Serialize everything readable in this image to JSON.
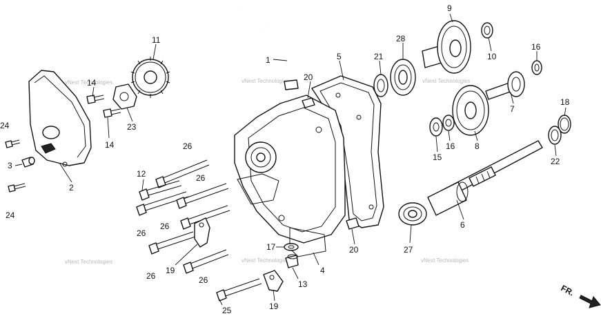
{
  "callouts": [
    {
      "id": "c1",
      "label": "1"
    },
    {
      "id": "c2",
      "label": "2"
    },
    {
      "id": "c3",
      "label": "3"
    },
    {
      "id": "c4",
      "label": "4"
    },
    {
      "id": "c5",
      "label": "5"
    },
    {
      "id": "c6",
      "label": "6"
    },
    {
      "id": "c7",
      "label": "7"
    },
    {
      "id": "c8",
      "label": "8"
    },
    {
      "id": "c9",
      "label": "9"
    },
    {
      "id": "c10",
      "label": "10"
    },
    {
      "id": "c11",
      "label": "11"
    },
    {
      "id": "c12",
      "label": "12"
    },
    {
      "id": "c13",
      "label": "13"
    },
    {
      "id": "c14a",
      "label": "14"
    },
    {
      "id": "c14b",
      "label": "14"
    },
    {
      "id": "c15",
      "label": "15"
    },
    {
      "id": "c16a",
      "label": "16"
    },
    {
      "id": "c16b",
      "label": "16"
    },
    {
      "id": "c17",
      "label": "17"
    },
    {
      "id": "c18",
      "label": "18"
    },
    {
      "id": "c19a",
      "label": "19"
    },
    {
      "id": "c19b",
      "label": "19"
    },
    {
      "id": "c20a",
      "label": "20"
    },
    {
      "id": "c20b",
      "label": "20"
    },
    {
      "id": "c21",
      "label": "21"
    },
    {
      "id": "c22",
      "label": "22"
    },
    {
      "id": "c23",
      "label": "23"
    },
    {
      "id": "c24a",
      "label": "24"
    },
    {
      "id": "c24b",
      "label": "24"
    },
    {
      "id": "c25",
      "label": "25"
    },
    {
      "id": "c26a",
      "label": "26"
    },
    {
      "id": "c26b",
      "label": "26"
    },
    {
      "id": "c26c",
      "label": "26"
    },
    {
      "id": "c26d",
      "label": "26"
    },
    {
      "id": "c26e",
      "label": "26"
    },
    {
      "id": "c26f",
      "label": "26"
    },
    {
      "id": "c27",
      "label": "27"
    },
    {
      "id": "c28",
      "label": "28"
    }
  ],
  "watermark": "vNext Technologies",
  "direction_label": "FR."
}
